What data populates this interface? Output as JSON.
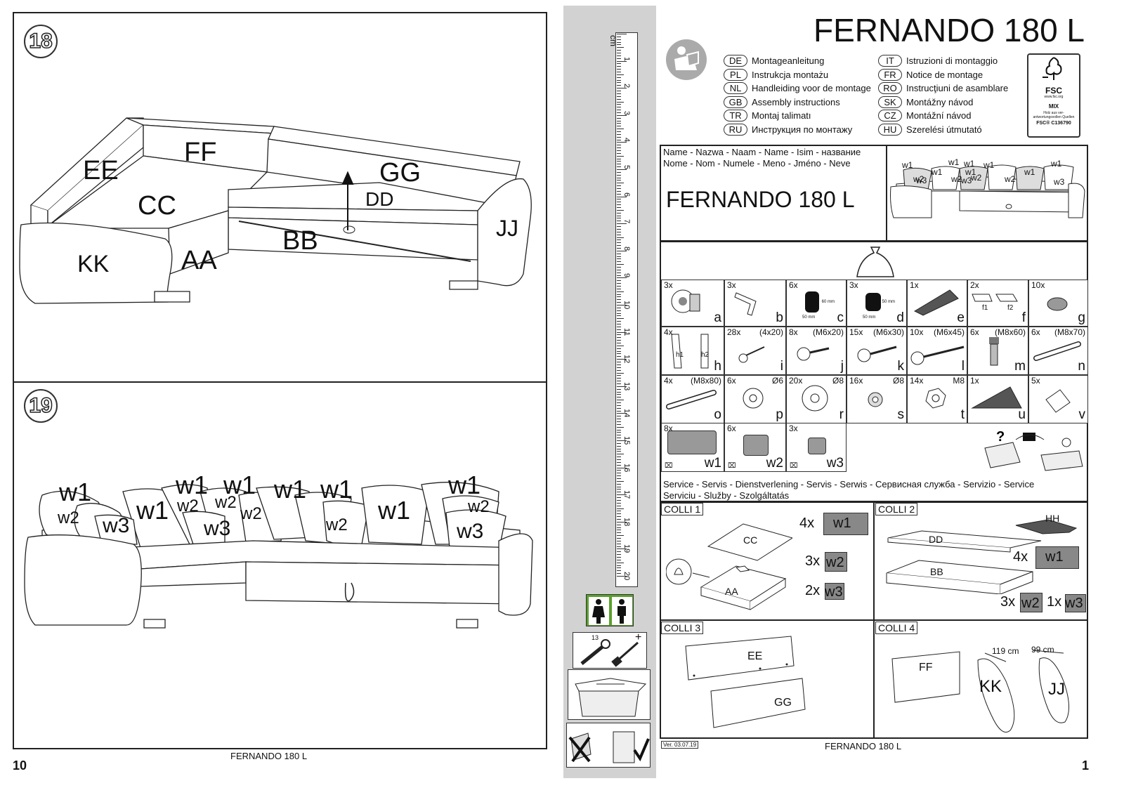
{
  "left_page": {
    "page_number": "10",
    "footer": "FERNANDO 180 L",
    "step_a": {
      "number": "18",
      "labels": [
        "EE",
        "FF",
        "GG",
        "CC",
        "DD",
        "JJ",
        "KK",
        "AA",
        "BB"
      ]
    },
    "step_b": {
      "number": "19",
      "labels": [
        "w1",
        "w1",
        "w1",
        "w1",
        "w1",
        "w1",
        "w1",
        "w1",
        "w1",
        "w2",
        "w2",
        "w2",
        "w2",
        "w2",
        "w2",
        "w3",
        "w3",
        "w3"
      ]
    }
  },
  "strip": {
    "ruler_unit": "cm",
    "ruler_numbers": [
      "1",
      "2",
      "3",
      "4",
      "5",
      "6",
      "7",
      "8",
      "9",
      "10",
      "11",
      "12",
      "13",
      "14",
      "15",
      "16",
      "17",
      "18",
      "19",
      "20"
    ],
    "tool_size": "13",
    "tool_plus": "+"
  },
  "right_page": {
    "title": "FERNANDO 180 L",
    "page_number": "1",
    "version": "Ver. 03.07.19",
    "footer": "FERNANDO 180 L",
    "languages_left": [
      {
        "code": "DE",
        "text": "Montageanleitung"
      },
      {
        "code": "PL",
        "text": "Instrukcja montażu"
      },
      {
        "code": "NL",
        "text": "Handleiding voor de montage"
      },
      {
        "code": "GB",
        "text": "Assembly instructions"
      },
      {
        "code": "TR",
        "text": "Montaj talimatı"
      },
      {
        "code": "RU",
        "text": "Инструкция по монтажу"
      }
    ],
    "languages_right": [
      {
        "code": "IT",
        "text": "Istruzioni di montaggio"
      },
      {
        "code": "FR",
        "text": "Notice de montage"
      },
      {
        "code": "RO",
        "text": "Instrucţiuni de asamblare"
      },
      {
        "code": "SK",
        "text": "Montážny návod"
      },
      {
        "code": "CZ",
        "text": "Montážní návod"
      },
      {
        "code": "HU",
        "text": "Szerelési útmutató"
      }
    ],
    "fsc": {
      "name": "FSC",
      "site": "www.fsc.org",
      "mix": "MIX",
      "text": "Holz aus ver-antwortungsvollen Quellen",
      "code": "FSC® C136790"
    },
    "name_label_1": "Name - Nazwa - Naam - Name - Isim - название",
    "name_label_2": "Nome - Nom - Numele - Meno - Jméno - Neve",
    "product_name": "FERNANDO 180 L",
    "thumb_labels": [
      "w1",
      "w1",
      "w1",
      "w1",
      "w1",
      "w1",
      "w1",
      "w1",
      "w2",
      "w2",
      "w2",
      "w2",
      "w3",
      "w3",
      "w3"
    ],
    "parts_row1": [
      {
        "qty": "3x",
        "size": "",
        "letter": "a"
      },
      {
        "qty": "3x",
        "size": "",
        "letter": "b"
      },
      {
        "qty": "6x",
        "size": "",
        "letter": "c",
        "dim1": "60 mm",
        "dim2": "50 mm"
      },
      {
        "qty": "3x",
        "size": "",
        "letter": "d",
        "dim1": "50 mm",
        "dim2": "50 mm"
      },
      {
        "qty": "1x",
        "size": "",
        "letter": "e"
      },
      {
        "qty": "2x",
        "size": "",
        "letter": "f",
        "sub1": "f1",
        "sub2": "f2"
      },
      {
        "qty": "10x",
        "size": "",
        "letter": "g"
      }
    ],
    "parts_row2": [
      {
        "qty": "4x",
        "size": "",
        "letter": "h",
        "sub1": "h1",
        "sub2": "h2"
      },
      {
        "qty": "28x",
        "size": "(4x20)",
        "letter": "i"
      },
      {
        "qty": "8x",
        "size": "(M6x20)",
        "letter": "j"
      },
      {
        "qty": "15x",
        "size": "(M6x30)",
        "letter": "k"
      },
      {
        "qty": "10x",
        "size": "(M6x45)",
        "letter": "l"
      },
      {
        "qty": "6x",
        "size": "(M8x60)",
        "letter": "m"
      },
      {
        "qty": "6x",
        "size": "(M8x70)",
        "letter": "n"
      }
    ],
    "parts_row3": [
      {
        "qty": "4x",
        "size": "(M8x80)",
        "letter": "o"
      },
      {
        "qty": "6x",
        "size": "Ø6",
        "letter": "p"
      },
      {
        "qty": "20x",
        "size": "Ø8",
        "letter": "r"
      },
      {
        "qty": "16x",
        "size": "Ø8",
        "letter": "s"
      },
      {
        "qty": "14x",
        "size": "M8",
        "letter": "t"
      },
      {
        "qty": "1x",
        "size": "",
        "letter": "u"
      },
      {
        "qty": "5x",
        "size": "",
        "letter": "v"
      }
    ],
    "cushions": [
      {
        "qty": "8x",
        "letter": "w1"
      },
      {
        "qty": "6x",
        "letter": "w2"
      },
      {
        "qty": "3x",
        "letter": "w3"
      }
    ],
    "service_1": "Service - Servis - Dienstverlening - Servis - Serwis - Сервисная служба - Servizio - Service",
    "service_2": "Serviciu - Služby - Szolgáltatás",
    "colli1": {
      "title": "COLLI 1",
      "parts": [
        "CC",
        "AA"
      ],
      "qtys": [
        "4x",
        "3x",
        "2x"
      ],
      "cushions": [
        "w1",
        "w2",
        "w3"
      ]
    },
    "colli2": {
      "title": "COLLI 2",
      "parts": [
        "DD",
        "BB",
        "HH"
      ],
      "qtys": [
        "4x",
        "3x",
        "1x"
      ],
      "cushions": [
        "w1",
        "w2",
        "w3"
      ]
    },
    "colli3": {
      "title": "COLLI 3",
      "parts": [
        "EE",
        "GG"
      ]
    },
    "colli4": {
      "title": "COLLI 4",
      "parts": [
        "FF",
        "KK",
        "JJ"
      ],
      "dims": [
        "119 cm",
        "99 cm"
      ]
    }
  }
}
